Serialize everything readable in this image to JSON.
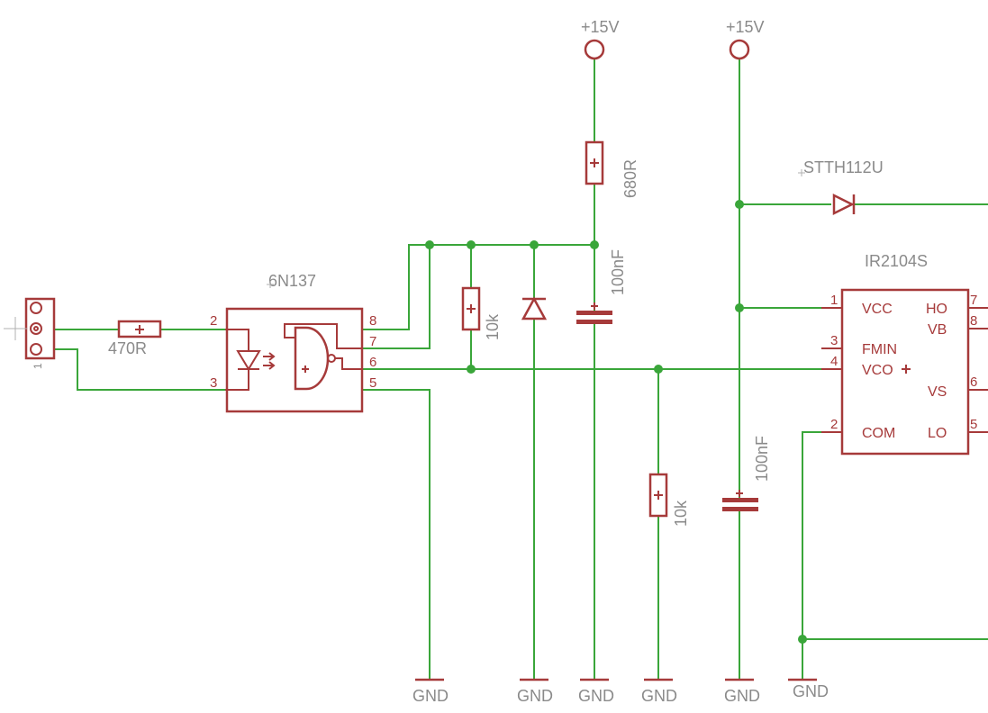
{
  "supplies": {
    "left": "+15V",
    "right": "+15V"
  },
  "ground_label": "GND",
  "optocoupler": {
    "name": "6N137",
    "pins": {
      "p2": "2",
      "p3": "3",
      "p5": "5",
      "p6": "6",
      "p7": "7",
      "p8": "8"
    }
  },
  "input_connector": {
    "pin_label": "1"
  },
  "resistors": {
    "r_input": "470R",
    "r_supply": "680R",
    "r_pullup": "10k",
    "r_pulldown": "10k"
  },
  "capacitors": {
    "c1": "100nF",
    "c2": "100nF"
  },
  "diode": {
    "name": "STTH112U"
  },
  "driver": {
    "name": "IR2104S",
    "left_pins": [
      {
        "num": "1",
        "label": "VCC"
      },
      {
        "num": "3",
        "label": "FMIN"
      },
      {
        "num": "4",
        "label": "VCO"
      },
      {
        "num": "2",
        "label": "COM"
      }
    ],
    "right_pins": [
      {
        "num": "7",
        "label": "HO"
      },
      {
        "num": "8",
        "label": "VB"
      },
      {
        "num": "6",
        "label": "VS"
      },
      {
        "num": "5",
        "label": "LO"
      }
    ]
  },
  "colors": {
    "wire": "#3aa63a",
    "component": "#a63a3a",
    "label": "#8a8a8a"
  }
}
